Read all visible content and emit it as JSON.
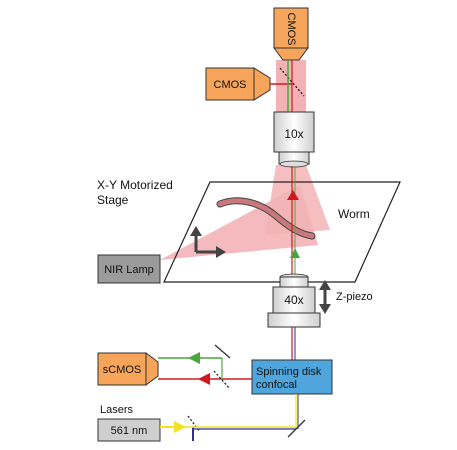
{
  "labels": {
    "cmos_top": "CMOS",
    "cmos_side": "CMOS",
    "objective_top": "10x",
    "stage": [
      "X-Y Motorized",
      "Stage"
    ],
    "worm": "Worm",
    "nir_lamp": "NIR Lamp",
    "objective_bottom": "40x",
    "zpiezo": "Z-piezo",
    "scmos": "sCMOS",
    "confocal": [
      "Spinning disk",
      "confocal"
    ],
    "lasers": "Lasers",
    "laser_line": "561 nm"
  },
  "colors": {
    "camera_orange": "#f6a55a",
    "confocal_blue": "#4fa6dd",
    "gray_box": "#9b9b9b",
    "beam_pink": "#f3b3b6",
    "red": "#d0191f",
    "green": "#4aa63c",
    "yellow": "#f1e320",
    "blue": "#2e3191"
  }
}
